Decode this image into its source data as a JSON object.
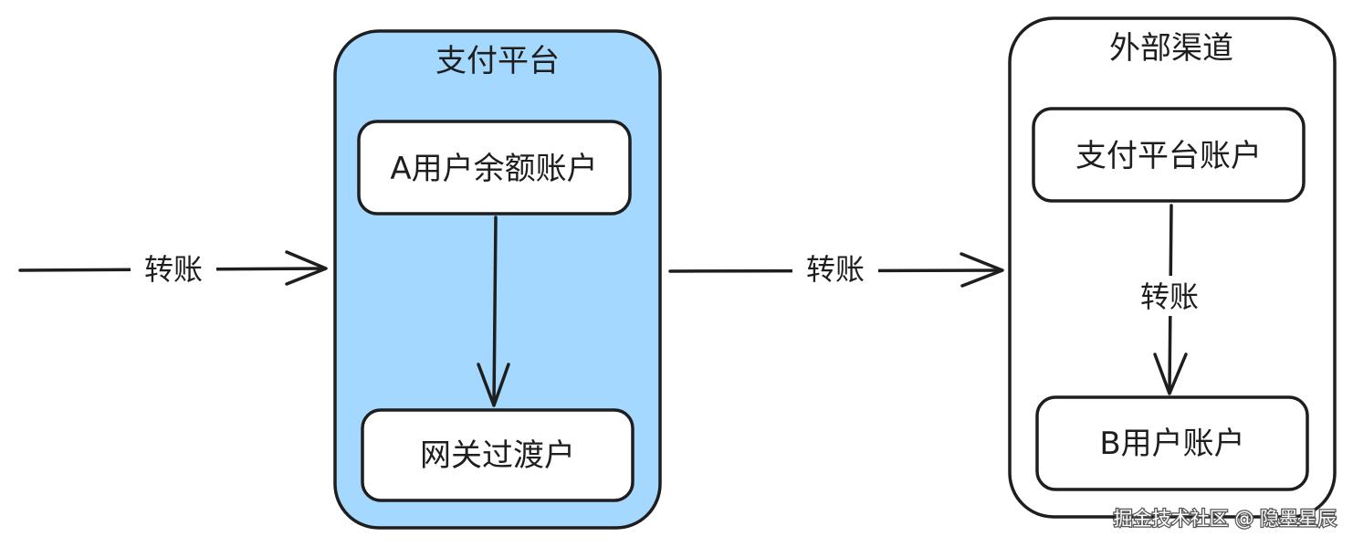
{
  "groups": {
    "payment_platform": {
      "title": "支付平台",
      "fill": "#a5d8ff"
    },
    "external_channel": {
      "title": "外部渠道",
      "fill": "#ffffff"
    }
  },
  "nodes": {
    "user_a_balance": "A用户余额账户",
    "gateway_transit": "网关过渡户",
    "platform_account": "支付平台账户",
    "user_b_account": "B用户账户"
  },
  "edges": {
    "incoming": "转账",
    "to_external": "转账",
    "to_user_b": "转账"
  },
  "watermark": "掘金技术社区 @ 隐墨星辰"
}
